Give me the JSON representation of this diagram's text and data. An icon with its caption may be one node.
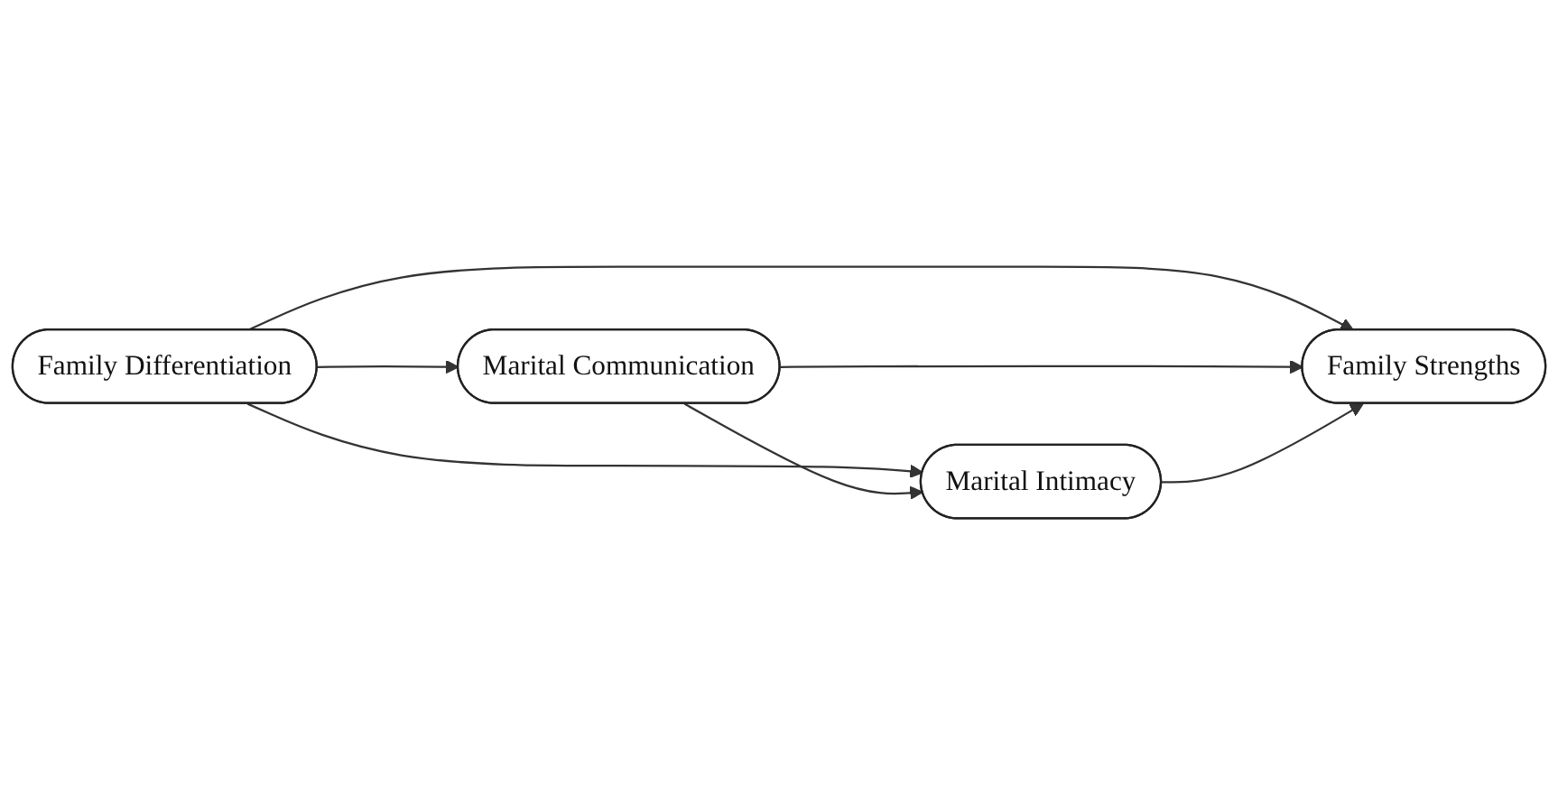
{
  "diagram": {
    "nodes": [
      {
        "text": [
          "Family Differentiation"
        ]
      },
      {
        "text": [
          "Marital Communication"
        ]
      },
      {
        "text": [
          "Marital Intimacy"
        ]
      },
      {
        "text": [
          "Family Strengths"
        ]
      }
    ],
    "edges": [
      {
        "from": 0,
        "to": 1,
        "arrow": "to"
      },
      {
        "from": 0,
        "to": 3,
        "arrow": "to"
      },
      {
        "from": 0,
        "to": 2,
        "arrow": "to"
      },
      {
        "from": 1,
        "to": 3,
        "arrow": "to"
      },
      {
        "from": 1,
        "to": 2,
        "arrow": "to"
      },
      {
        "from": 2,
        "to": 3,
        "arrow": "to"
      }
    ]
  }
}
